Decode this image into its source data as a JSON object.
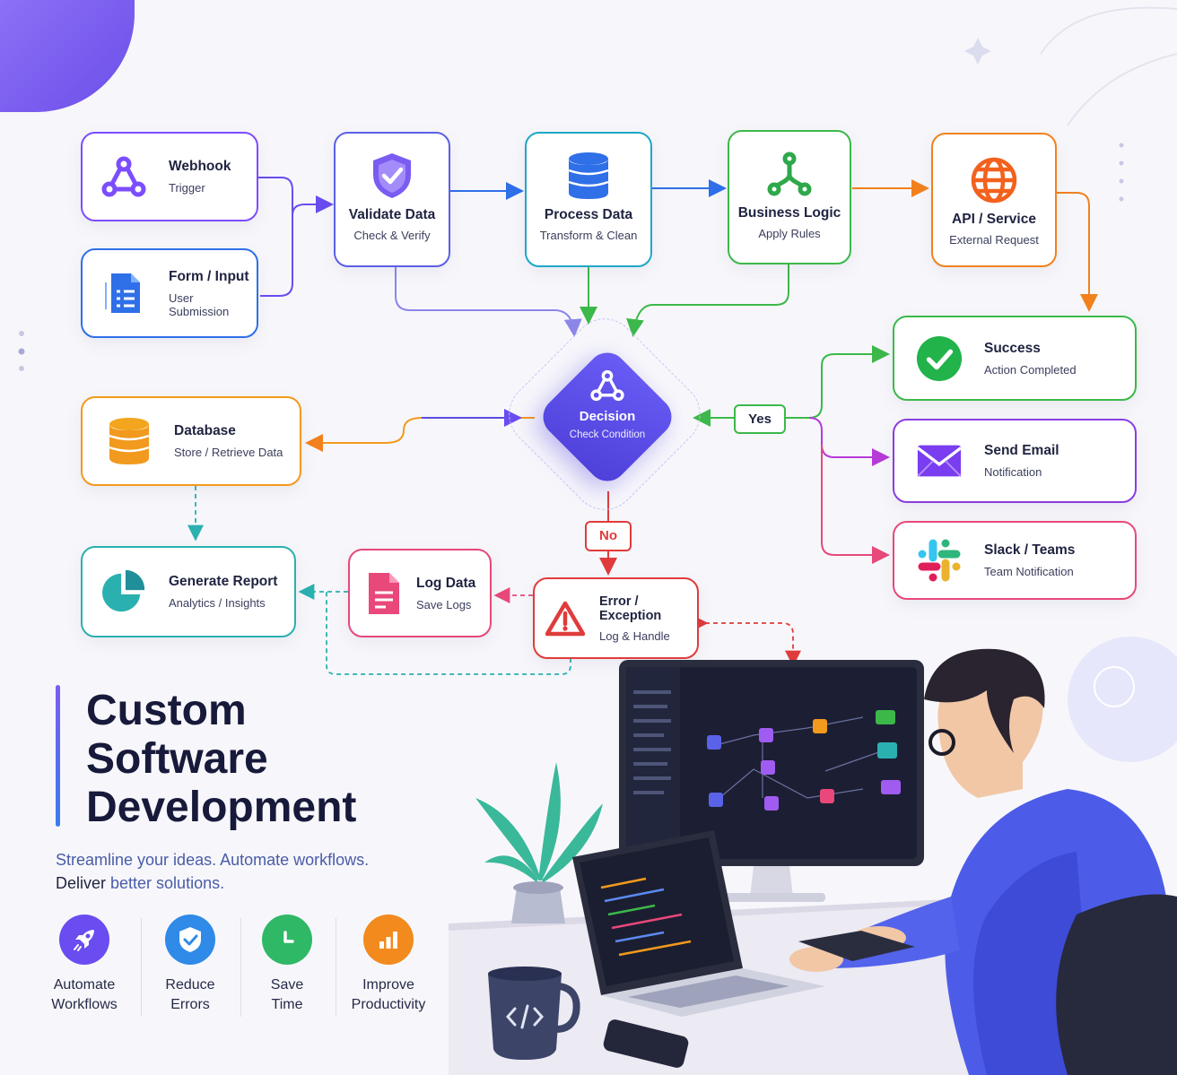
{
  "nodes": {
    "webhook": {
      "title": "Webhook",
      "subtitle": "Trigger",
      "icon": "webhook-icon",
      "color": "#7c4dff"
    },
    "form": {
      "title": "Form / Input",
      "subtitle": "User Submission",
      "icon": "document-icon",
      "color": "#2f6fe8"
    },
    "validate": {
      "title": "Validate Data",
      "subtitle": "Check & Verify",
      "icon": "shield-check-icon",
      "color": "#5b5fe6"
    },
    "process": {
      "title": "Process Data",
      "subtitle": "Transform & Clean",
      "icon": "database-icon",
      "color": "#1ea7c8"
    },
    "business": {
      "title": "Business Logic",
      "subtitle": "Apply Rules",
      "icon": "branch-icon",
      "color": "#3cb84a"
    },
    "api": {
      "title": "API / Service",
      "subtitle": "External Request",
      "icon": "globe-icon",
      "color": "#f2811d"
    },
    "decision": {
      "title": "Decision",
      "subtitle": "Check Condition",
      "icon": "webhook-icon",
      "color": "#5a4be0"
    },
    "database": {
      "title": "Database",
      "subtitle": "Store / Retrieve Data",
      "icon": "database-icon",
      "color": "#f29a1d"
    },
    "success": {
      "title": "Success",
      "subtitle": "Action Completed",
      "icon": "check-circle-icon",
      "color": "#3cb84a"
    },
    "email": {
      "title": "Send Email",
      "subtitle": "Notification",
      "icon": "mail-icon",
      "color": "#8a3de0"
    },
    "slack": {
      "title": "Slack / Teams",
      "subtitle": "Team Notification",
      "icon": "slack-icon",
      "color": "#e8487a"
    },
    "report": {
      "title": "Generate Report",
      "subtitle": "Analytics / Insights",
      "icon": "pie-chart-icon",
      "color": "#2bb0b0"
    },
    "log": {
      "title": "Log Data",
      "subtitle": "Save Logs",
      "icon": "file-icon",
      "color": "#e83c7a"
    },
    "error": {
      "title": "Error / Exception",
      "subtitle": "Log & Handle",
      "icon": "warning-icon",
      "color": "#e03b3b"
    }
  },
  "labels": {
    "yes": "Yes",
    "no": "No"
  },
  "headline": {
    "line1": "Custom",
    "line2": "Software",
    "line3": "Development"
  },
  "tagline": {
    "part1": "Streamline your ideas. Automate workflows.",
    "part2a": "Deliver",
    "part2b": " better solutions."
  },
  "features": [
    {
      "line1": "Automate",
      "line2": "Workflows",
      "icon": "rocket-icon",
      "color": "#6a4cf0"
    },
    {
      "line1": "Reduce",
      "line2": "Errors",
      "icon": "shield-check-icon",
      "color": "#2f8ae8"
    },
    {
      "line1": "Save",
      "line2": "Time",
      "icon": "clock-icon",
      "color": "#2fb866"
    },
    {
      "line1": "Improve",
      "line2": "Productivity",
      "icon": "bar-chart-icon",
      "color": "#f28a1d"
    }
  ]
}
